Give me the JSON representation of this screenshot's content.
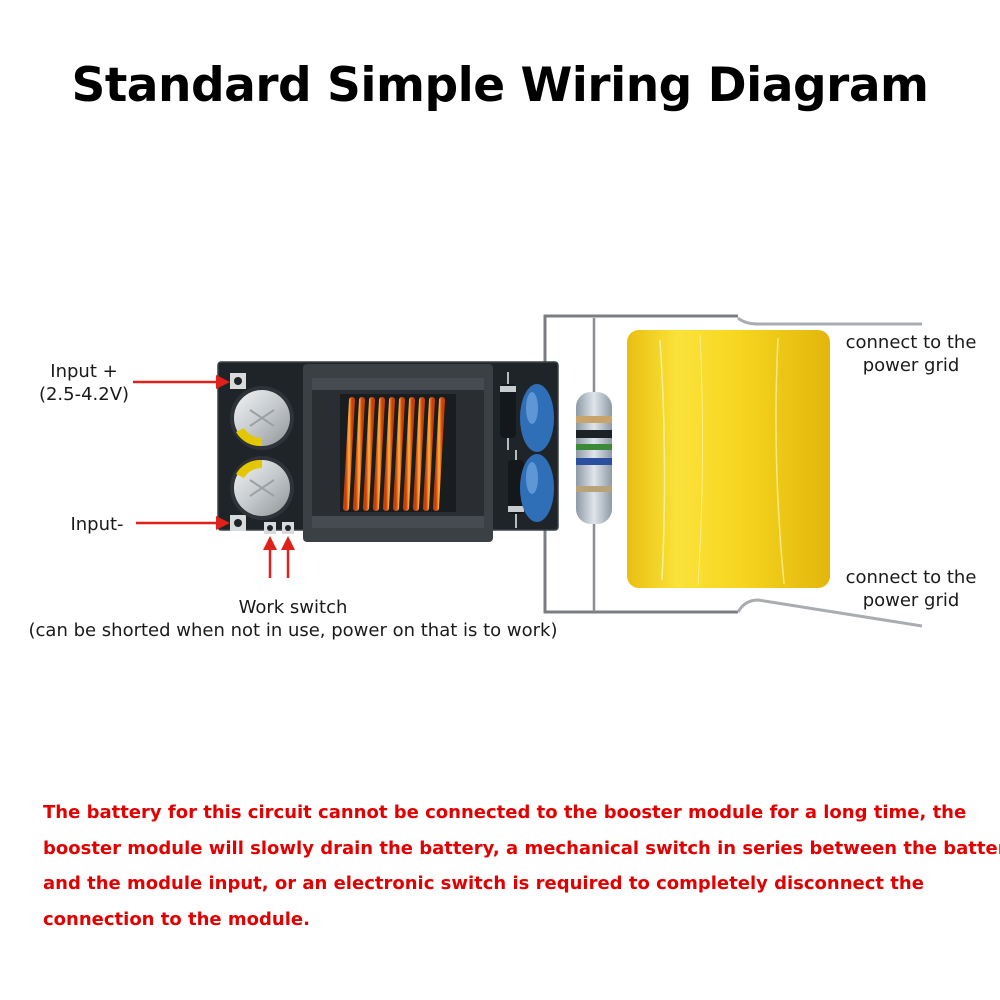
{
  "title": "Standard Simple Wiring Diagram",
  "labels": {
    "input_plus": "Input +",
    "input_plus_range": "(2.5-4.2V)",
    "input_minus": "Input-",
    "work_switch": "Work switch",
    "work_switch_note": "(can be shorted when not in use, power on that is to work)",
    "grid_top_line1": "connect to the",
    "grid_top_line2": "power grid",
    "grid_bottom_line1": "connect to the",
    "grid_bottom_line2": "power grid"
  },
  "warning_lines": [
    "The battery for this circuit cannot be connected to the booster module for a long time, the",
    "booster module will slowly drain the battery, a mechanical switch in series between the battery",
    "and the module input, or an electronic switch is required to completely disconnect the",
    "connection to the module."
  ],
  "colors": {
    "arrow": "#e0201a",
    "warning_text": "#e30000",
    "capacitor_yellow": "#f5d21a",
    "pcb": "#1f2428",
    "wire": "#7a7e83"
  }
}
